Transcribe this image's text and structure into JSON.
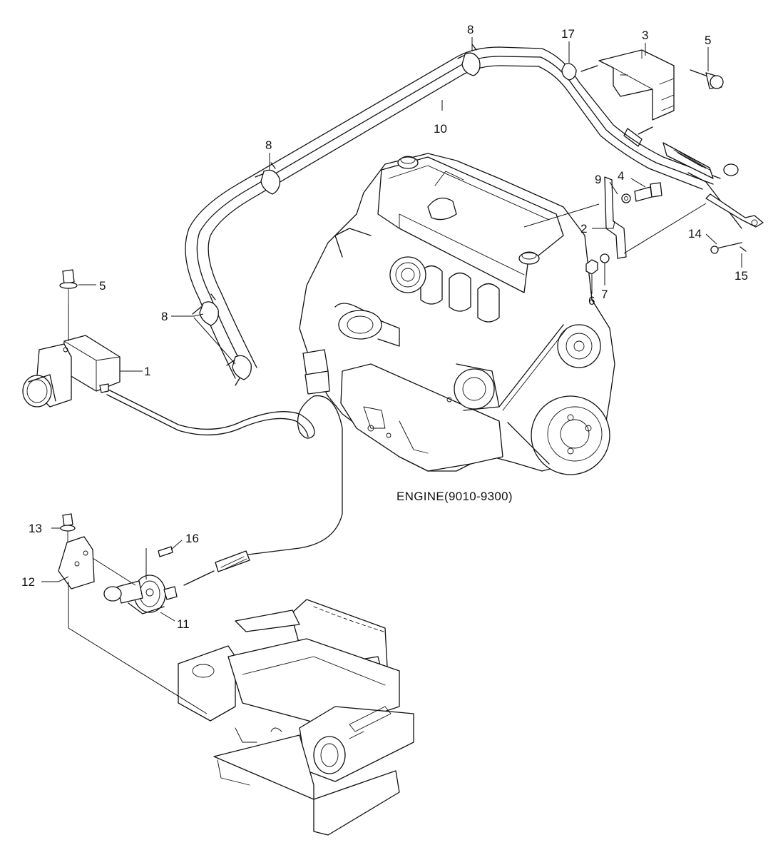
{
  "diagram": {
    "caption": "ENGINE(9010-9300)",
    "callouts": {
      "c1": "1",
      "c2": "2",
      "c3": "3",
      "c4": "4",
      "c5_top": "5",
      "c5_left": "5",
      "c6": "6",
      "c7": "7",
      "c8_top": "8",
      "c8_mid": "8",
      "c8_left": "8",
      "c9": "9",
      "c10": "10",
      "c11": "11",
      "c12": "12",
      "c13": "13",
      "c14": "14",
      "c15": "15",
      "c16": "16",
      "c17": "17"
    },
    "colors": {
      "ink": "#111111",
      "paper": "#ffffff"
    }
  }
}
